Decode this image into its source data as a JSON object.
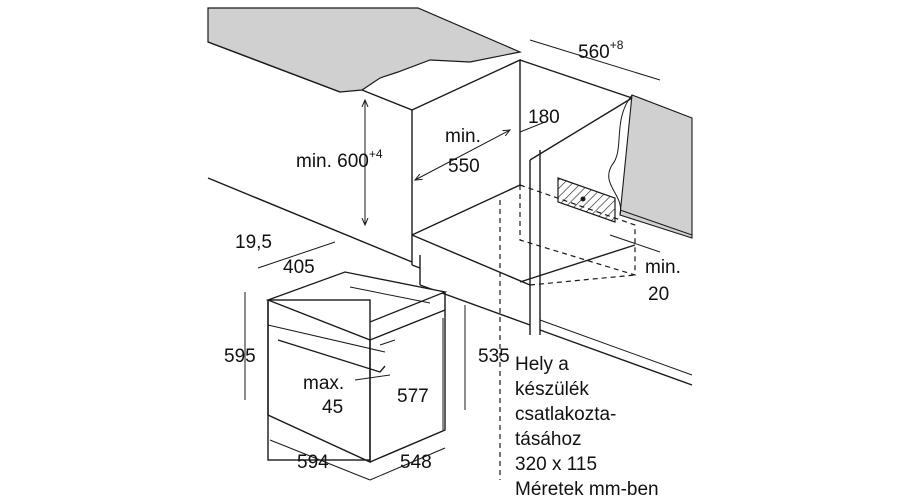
{
  "dimensions": {
    "top_depth": "560",
    "top_depth_tol": "+8",
    "niche_height": "min. 600",
    "niche_height_tol": "+4",
    "inner_depth_line1": "min.",
    "inner_depth_line2": "550",
    "rear_gap": "180",
    "side_gap_line1": "min.",
    "side_gap_line2": "20",
    "panel_offset": "19,5",
    "panel_depth": "405",
    "front_height": "595",
    "inner_height": "535",
    "body_height": "577",
    "handle_line1": "max.",
    "handle_line2": "45",
    "front_width": "594",
    "body_depth": "548"
  },
  "note": {
    "lines": [
      "Hely a",
      "készülék",
      "csatlakozta-",
      "tásához",
      "320 x 115",
      "Méretek mm-ben"
    ]
  }
}
